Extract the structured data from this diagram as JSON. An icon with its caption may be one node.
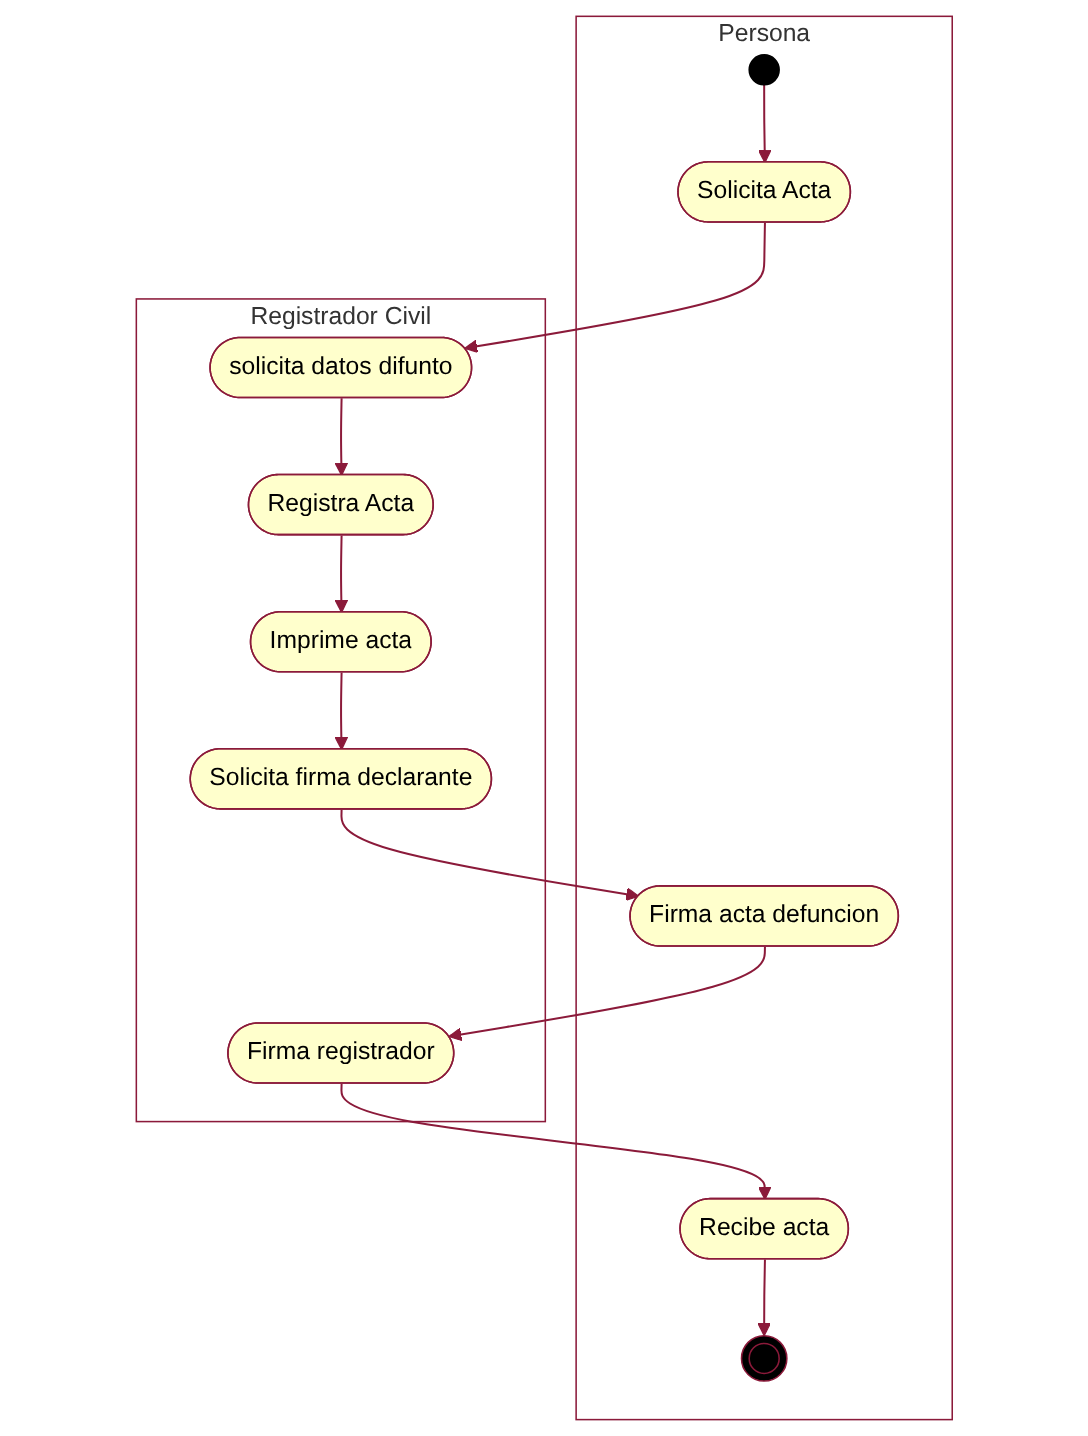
{
  "diagram": {
    "nodes": [
      {
        "text": [
          "Persona"
        ]
      },
      {
        "text": [
          "Registrador Civil"
        ]
      },
      {
        "text": [],
        "shape": "circle",
        "in": 0
      },
      {
        "text": [
          "Solicita Acta"
        ],
        "in": 0
      },
      {
        "text": [
          "solicita datos difunto"
        ],
        "in": 1
      },
      {
        "text": [
          "Registra Acta"
        ],
        "in": 1
      },
      {
        "text": [
          "Imprime acta"
        ],
        "in": 1
      },
      {
        "text": [
          "Solicita firma declarante"
        ],
        "in": 1
      },
      {
        "text": [
          "Firma acta defuncion"
        ],
        "in": 0
      },
      {
        "text": [
          "Firma registrador"
        ],
        "in": 1
      },
      {
        "text": [
          "Recibe acta"
        ],
        "in": 0
      },
      {
        "text": [],
        "shape": "circle",
        "in": 0
      }
    ],
    "edges": [
      {
        "from": 2,
        "to": 3,
        "arrow": "to"
      },
      {
        "from": 3,
        "to": 4,
        "arrow": "to"
      },
      {
        "from": 4,
        "to": 5,
        "arrow": "to"
      },
      {
        "from": 5,
        "to": 6,
        "arrow": "to"
      },
      {
        "from": 6,
        "to": 7,
        "arrow": "to"
      },
      {
        "from": 7,
        "to": 8,
        "arrow": "to"
      },
      {
        "from": 8,
        "to": 9,
        "arrow": "to"
      },
      {
        "from": 9,
        "to": 10,
        "arrow": "to"
      },
      {
        "from": 10,
        "to": 11,
        "arrow": "to"
      }
    ]
  }
}
